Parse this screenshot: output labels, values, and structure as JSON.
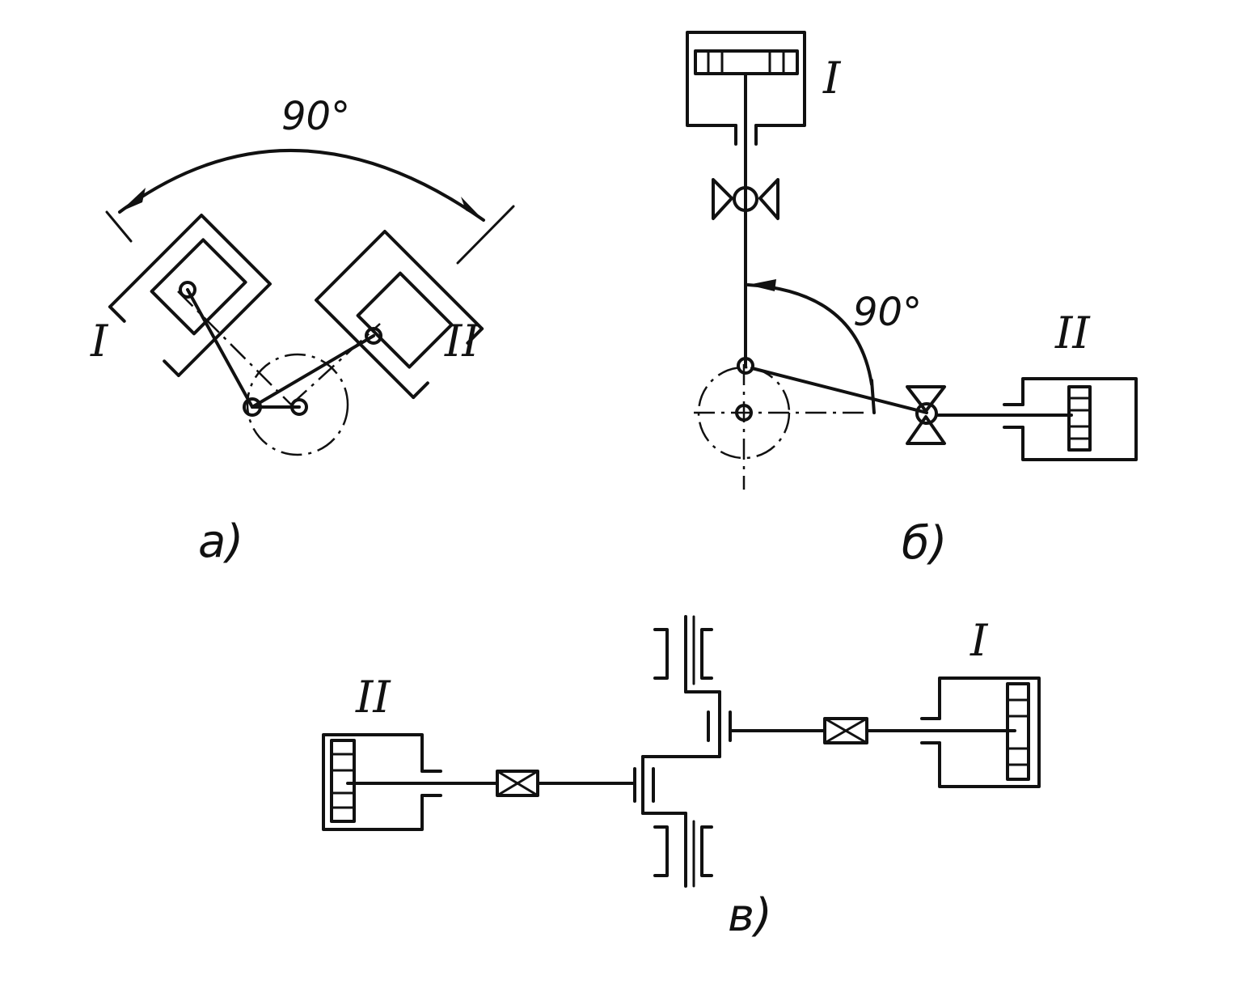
{
  "diagram_a": {
    "angle_label": "90°",
    "cylinder_1_label": "I",
    "cylinder_2_label": "II",
    "caption": "а)"
  },
  "diagram_b": {
    "angle_label": "90°",
    "cylinder_1_label": "I",
    "cylinder_2_label": "II",
    "caption": "б)"
  },
  "diagram_c": {
    "cylinder_1_label": "I",
    "cylinder_2_label": "II",
    "caption": "в)"
  }
}
